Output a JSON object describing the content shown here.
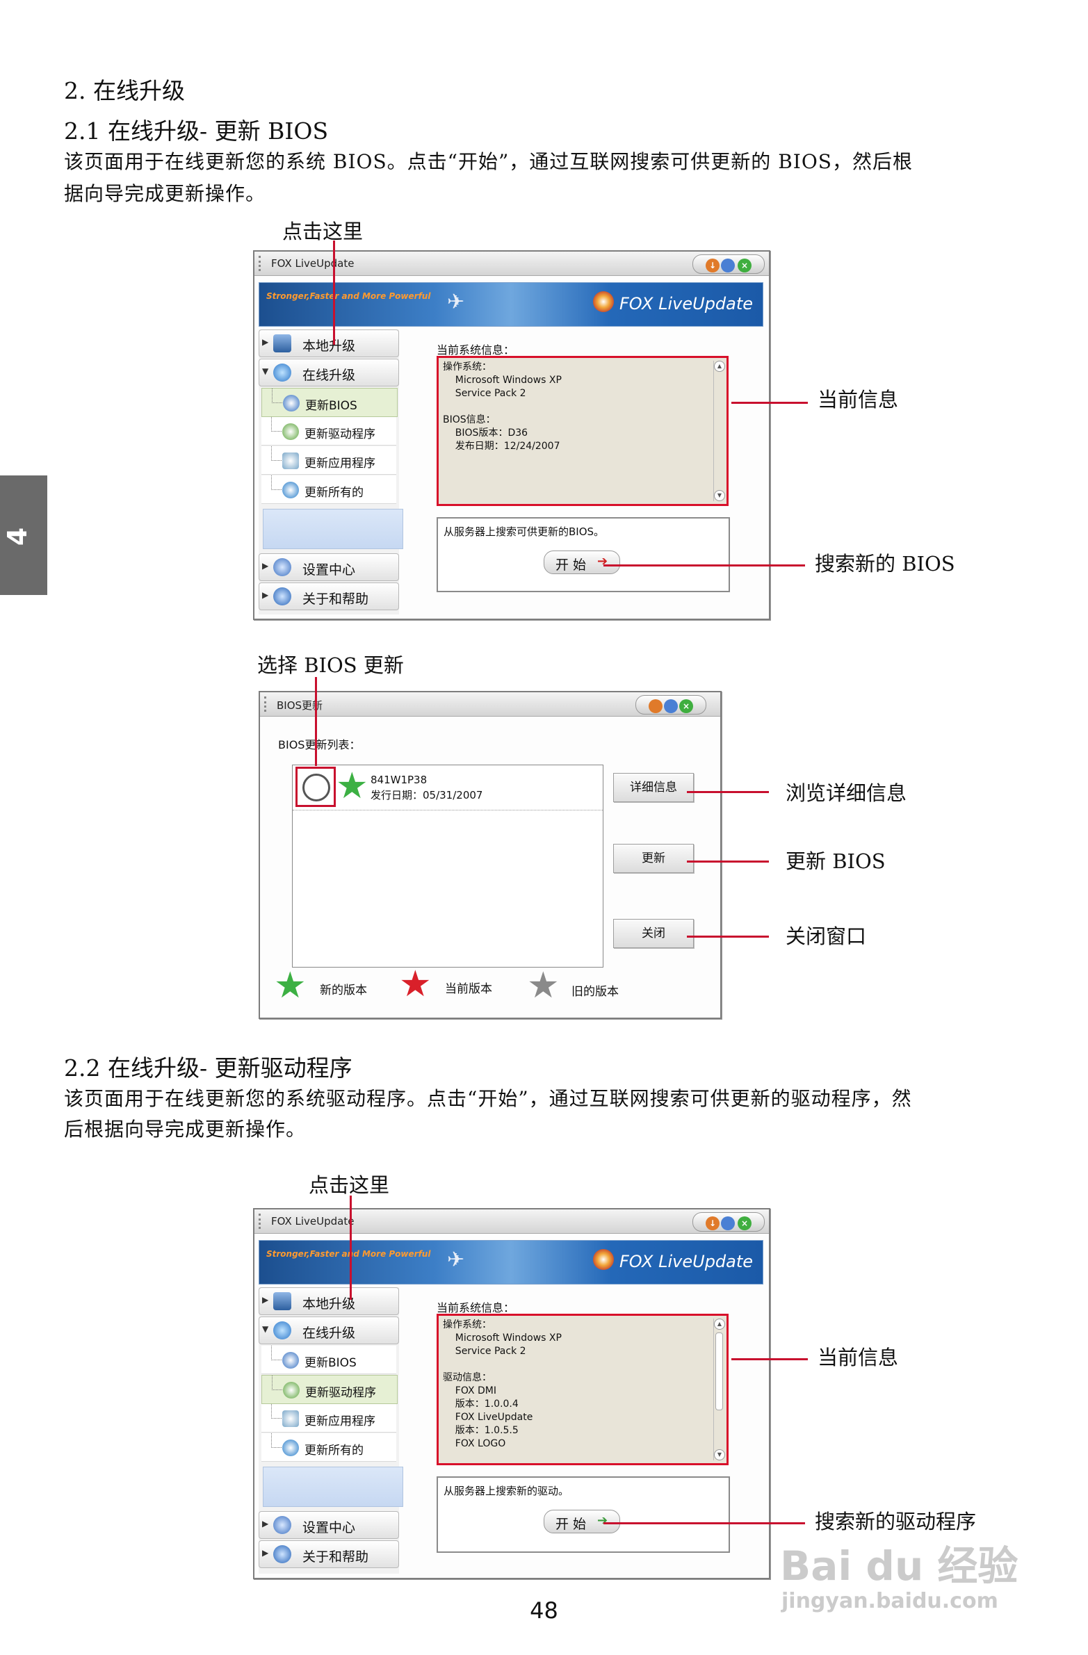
{
  "side_tab": "4",
  "section": {
    "title": "2.  在线升级",
    "sub1_title": "2.1  在线升级-  更新  BIOS",
    "sub1_para_line1": "该页面用于在线更新您的系统  BIOS。点击“开始”，通过互联网搜索可供更新的  BIOS，然后根",
    "sub1_para_line2": "据向导完成更新操作。",
    "sub2_title": "2.2  在线升级-  更新驱动程序",
    "sub2_para_line1": "该页面用于在线更新您的系统驱动程序。点击“开始”，通过互联网搜索可供更新的驱动程序，然",
    "sub2_para_line2": "后根据向导完成更新操作。"
  },
  "callouts": {
    "click_here_1": "点击这里",
    "current_info_1": "当前信息",
    "search_new_bios": "搜索新的  BIOS",
    "select_bios_update": "选择  BIOS  更新",
    "browse_details": "浏览详细信息",
    "update_bios": "更新  BIOS",
    "close_window": "关闭窗口",
    "click_here_2": "点击这里",
    "current_info_2": "当前信息",
    "search_new_driver": "搜索新的驱动程序"
  },
  "app1": {
    "window_title": "FOX LiveUpdate",
    "slogan": "Stronger,Faster and More Powerful",
    "brand": "FOX LiveUpdate",
    "nav": {
      "local_upgrade": "本地升级",
      "online_upgrade": "在线升级",
      "update_bios": "更新BIOS",
      "update_driver": "更新驱动程序",
      "update_app": "更新应用程序",
      "update_all": "更新所有的",
      "settings": "设置中心",
      "about_help": "关于和帮助"
    },
    "info_header": "当前系统信息：",
    "info_lines": [
      "操作系统：",
      "    Microsoft Windows XP",
      "    Service Pack 2",
      "",
      "BIOS信息：",
      "    BIOS版本：D36",
      "    发布日期：12/24/2007"
    ],
    "search_text": "从服务器上搜索可供更新的BIOS。",
    "start_label": "开 始"
  },
  "bios_dialog": {
    "window_title": "BIOS更新",
    "list_label": "BIOS更新列表：",
    "entry_name": "841W1P38",
    "entry_date": "发行日期：05/31/2007",
    "btn_details": "详细信息",
    "btn_update": "更新",
    "btn_close": "关闭",
    "legend_new": "新的版本",
    "legend_current": "当前版本",
    "legend_old": "旧的版本",
    "colors": {
      "new": "#3cb043",
      "current": "#d9202a",
      "old": "#8a8a8a"
    }
  },
  "app2": {
    "window_title": "FOX LiveUpdate",
    "slogan": "Stronger,Faster and More Powerful",
    "brand": "FOX LiveUpdate",
    "nav": {
      "local_upgrade": "本地升级",
      "online_upgrade": "在线升级",
      "update_bios": "更新BIOS",
      "update_driver": "更新驱动程序",
      "update_app": "更新应用程序",
      "update_all": "更新所有的",
      "settings": "设置中心",
      "about_help": "关于和帮助"
    },
    "info_header": "当前系统信息：",
    "info_lines": [
      "操作系统：",
      "    Microsoft Windows XP",
      "    Service Pack 2",
      "",
      "驱动信息：",
      "    FOX DMI",
      "    版本：1.0.0.4",
      "    FOX LiveUpdate",
      "    版本：1.0.5.5",
      "    FOX LOGO"
    ],
    "search_text": "从服务器上搜索新的驱动。",
    "start_label": "开 始"
  },
  "page_number": "48",
  "watermark": {
    "brand": "Bai du 经验",
    "url": "jingyan.baidu.com"
  },
  "accent": "#c8102e"
}
